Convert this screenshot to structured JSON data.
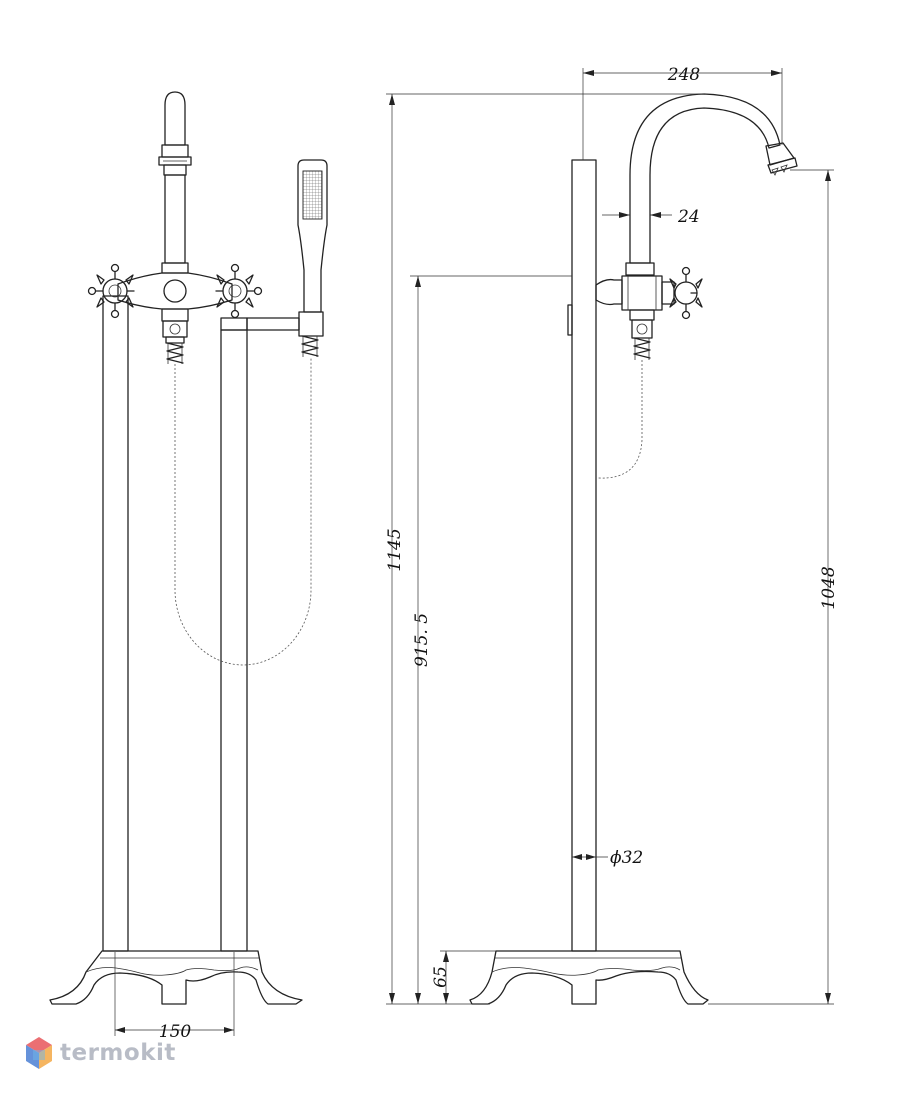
{
  "dimensions": {
    "spout_reach": "248",
    "total_height": "1145",
    "handle_height": "915. 5",
    "spout_height": "1048",
    "spout_diameter": "24",
    "pipe_diameter": "ϕ32",
    "base_height": "65",
    "leg_spacing": "150"
  },
  "brand": {
    "name": "termokit",
    "colors": [
      "#e8565a",
      "#4a7fd4",
      "#f2a33a",
      "#6fb5e8"
    ]
  }
}
